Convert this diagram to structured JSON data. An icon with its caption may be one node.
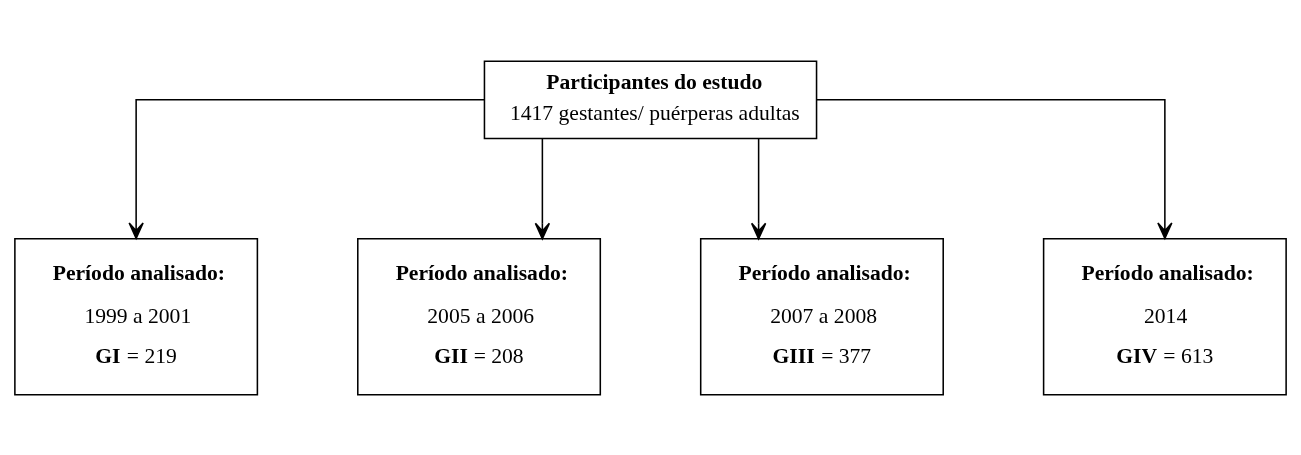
{
  "diagram": {
    "nodes": [
      {
        "text": [
          "Participantes do estudo",
          "1417 gestantes/ puérperas adultas"
        ]
      },
      {
        "text": [
          "Período analisado:",
          "1999 a 2001",
          "**GI** = 219"
        ]
      },
      {
        "text": [
          "Período analisado:",
          "2005 a 2006",
          "**GII** = 208"
        ]
      },
      {
        "text": [
          "Período analisado:",
          "2007 a 2008",
          "**GIII** = 377"
        ]
      },
      {
        "text": [
          "Período analisado:",
          "2014",
          "**GIV** = 613"
        ]
      }
    ],
    "edges": [
      {
        "from": 0,
        "to": 1,
        "arrow": "to"
      },
      {
        "from": 0,
        "to": 2,
        "arrow": "to"
      },
      {
        "from": 0,
        "to": 3,
        "arrow": "to"
      },
      {
        "from": 0,
        "to": 4,
        "arrow": "to"
      }
    ]
  }
}
